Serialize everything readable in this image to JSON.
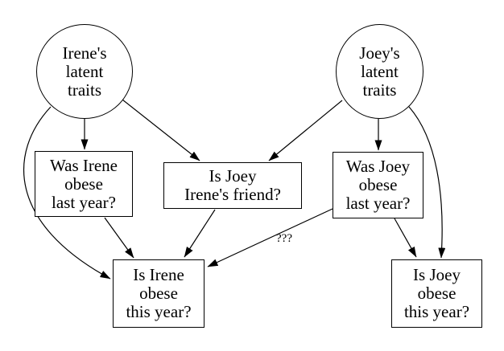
{
  "diagram": {
    "type": "directed-graph",
    "colors": {
      "background": "#ffffff",
      "stroke": "#000000",
      "text": "#000000"
    },
    "nodes": {
      "irene_latent": {
        "shape": "ellipse",
        "label": "Irene's\nlatent\ntraits"
      },
      "joey_latent": {
        "shape": "ellipse",
        "label": "Joey's\nlatent\ntraits"
      },
      "was_irene_obese": {
        "shape": "box",
        "label": "Was Irene\nobese\nlast year?"
      },
      "is_joey_irenes_friend": {
        "shape": "box",
        "label": "Is Joey\nIrene's friend?"
      },
      "was_joey_obese": {
        "shape": "box",
        "label": "Was Joey\nobese\nlast year?"
      },
      "is_irene_obese": {
        "shape": "box",
        "label": "Is Irene\nobese\nthis year?"
      },
      "is_joey_obese": {
        "shape": "box",
        "label": "Is Joey\nobese\nthis year?"
      }
    },
    "edges": [
      {
        "from": "irene_latent",
        "to": "was_irene_obese",
        "label": ""
      },
      {
        "from": "irene_latent",
        "to": "is_joey_irenes_friend",
        "label": ""
      },
      {
        "from": "irene_latent",
        "to": "is_irene_obese",
        "label": ""
      },
      {
        "from": "joey_latent",
        "to": "is_joey_irenes_friend",
        "label": ""
      },
      {
        "from": "joey_latent",
        "to": "was_joey_obese",
        "label": ""
      },
      {
        "from": "joey_latent",
        "to": "is_joey_obese",
        "label": ""
      },
      {
        "from": "was_irene_obese",
        "to": "is_irene_obese",
        "label": ""
      },
      {
        "from": "is_joey_irenes_friend",
        "to": "is_irene_obese",
        "label": ""
      },
      {
        "from": "was_joey_obese",
        "to": "is_irene_obese",
        "label": "???"
      },
      {
        "from": "was_joey_obese",
        "to": "is_joey_obese",
        "label": ""
      }
    ]
  }
}
